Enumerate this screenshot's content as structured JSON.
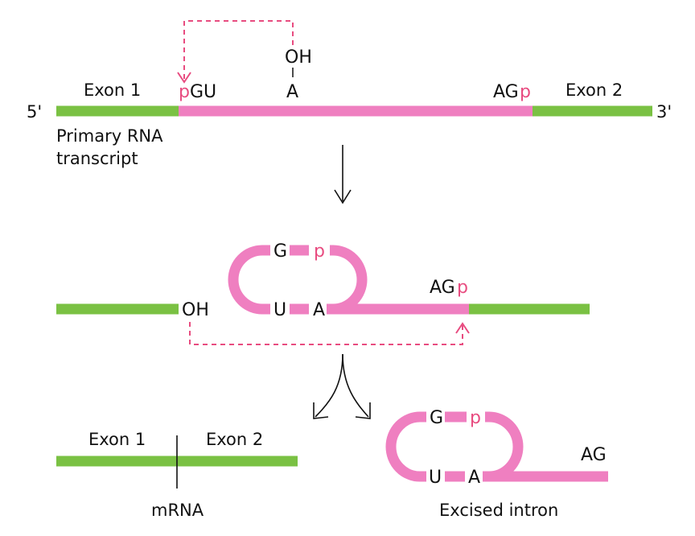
{
  "colors": {
    "exon": "#7ac143",
    "intron": "#ef7fc0",
    "phosphate": "#e84c80",
    "text": "#111111"
  },
  "top": {
    "five_prime": "5'",
    "three_prime": "3'",
    "exon1": "Exon 1",
    "exon2": "Exon 2",
    "p_left": "p",
    "gu": "GU",
    "oh": "OH",
    "a": "A",
    "ag": "AG",
    "p_right": "p",
    "caption_line1": "Primary RNA",
    "caption_line2": "transcript"
  },
  "middle": {
    "oh": "OH",
    "g": "G",
    "p": "p",
    "u": "U",
    "a": "A",
    "ag": "AG",
    "p_right": "p"
  },
  "mrna": {
    "exon1": "Exon 1",
    "exon2": "Exon 2",
    "caption": "mRNA"
  },
  "intron": {
    "g": "G",
    "p": "p",
    "u": "U",
    "a": "A",
    "ag": "AG",
    "caption": "Excised intron"
  }
}
